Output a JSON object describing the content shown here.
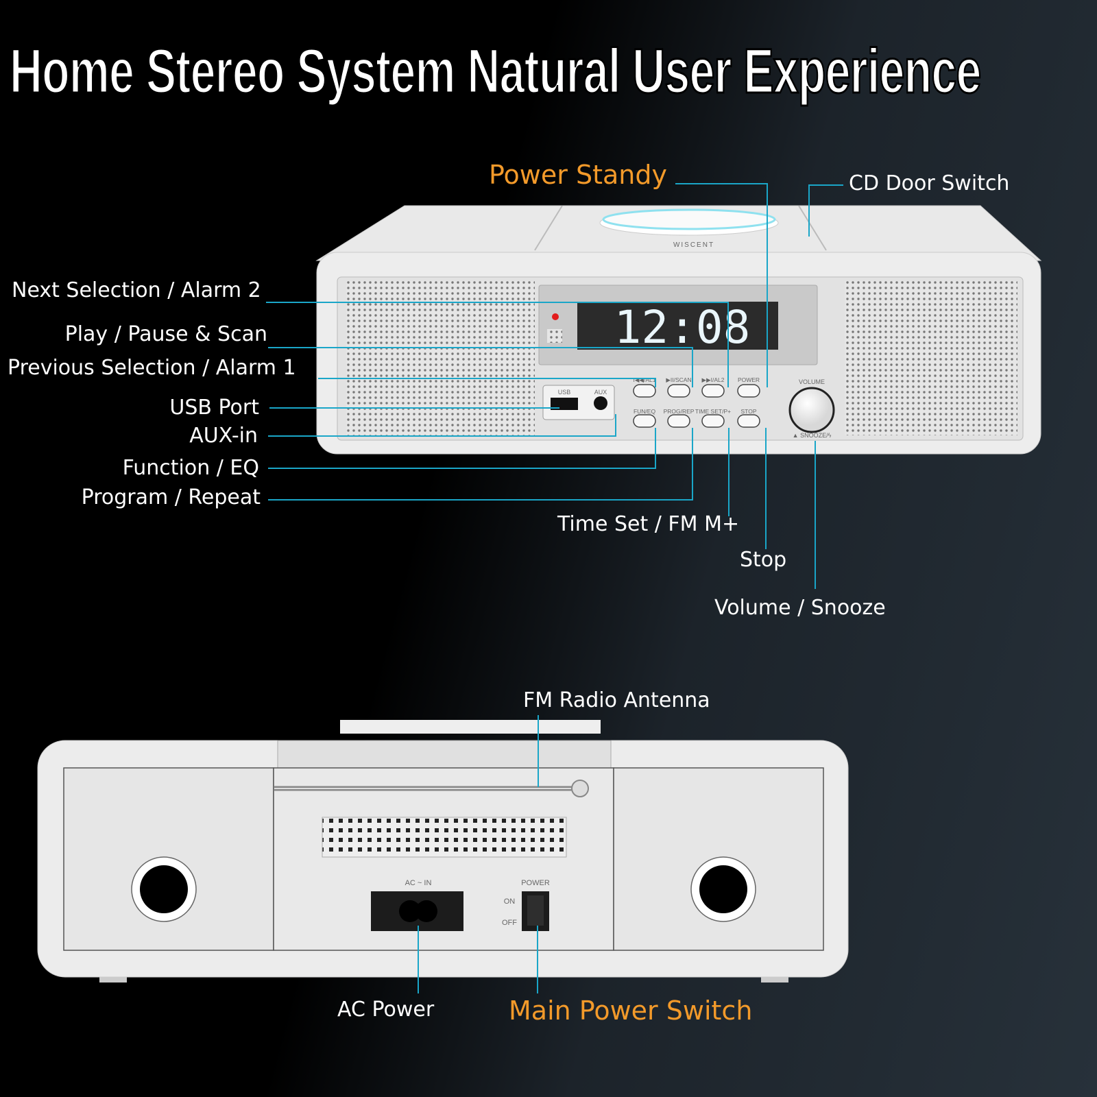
{
  "title": "Home Stereo System Natural User Experience",
  "colors": {
    "callout_line": "#1aa6c8",
    "highlight_label": "#f39a2a",
    "label": "#ffffff"
  },
  "front_callouts": {
    "power_standby": "Power Standy",
    "cd_door_switch": "CD Door Switch",
    "next_selection": "Next Selection / Alarm 2",
    "play_pause": "Play / Pause & Scan",
    "previous_selection": "Previous Selection / Alarm 1",
    "usb_port": "USB Port",
    "aux_in": "AUX-in",
    "function_eq": "Function / EQ",
    "program_repeat": "Program / Repeat",
    "time_set": "Time Set / FM M+",
    "stop": "Stop",
    "volume_snooze": "Volume / Snooze"
  },
  "rear_callouts": {
    "fm_antenna": "FM Radio Antenna",
    "ac_power": "AC Power",
    "main_power_switch": "Main Power Switch"
  },
  "front_device": {
    "brand": "WISCENT",
    "clock": "12:08",
    "usb": "USB",
    "aux": "AUX",
    "buttons_top": [
      "I◀◀/AL1",
      "▶II/SCAN",
      "▶▶I/AL2",
      "POWER"
    ],
    "buttons_bottom": [
      "FUN/EQ",
      "PROG/REP",
      "TIME SET/P+",
      "STOP"
    ],
    "volume": "VOLUME",
    "snooze": "▲ SNOOZE/ϟ"
  },
  "rear_device": {
    "ac_in": "AC ~ IN",
    "power": "POWER",
    "on": "ON",
    "off": "OFF"
  }
}
